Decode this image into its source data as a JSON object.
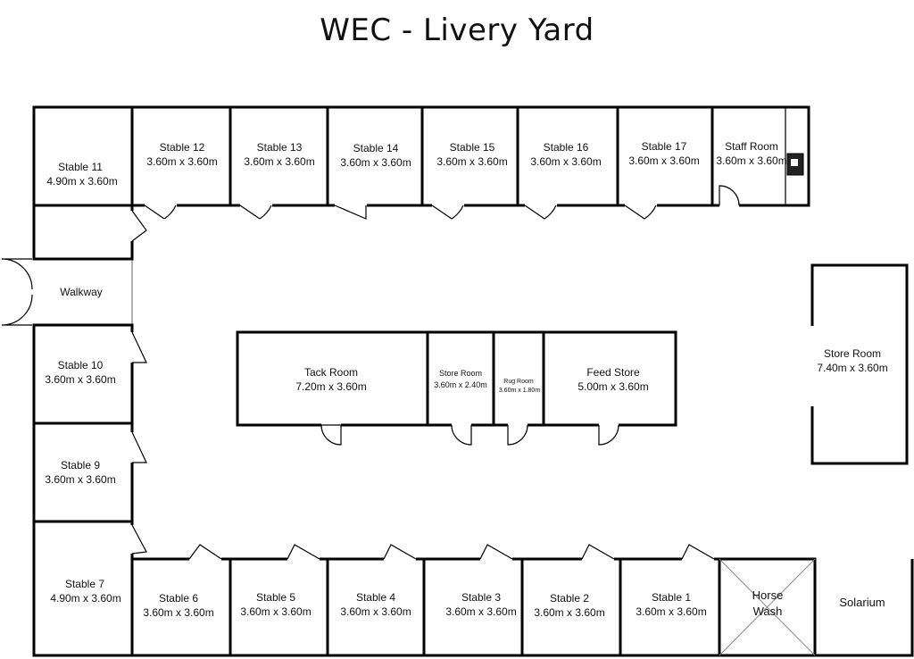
{
  "title": "WEC  -  Livery Yard",
  "rooms": {
    "stable_11": {
      "name": "Stable 11",
      "size": "4.90m x 3.60m"
    },
    "stable_12": {
      "name": "Stable 12",
      "size": "3.60m x 3.60m"
    },
    "stable_13": {
      "name": "Stable 13",
      "size": "3.60m x 3.60m"
    },
    "stable_14": {
      "name": "Stable 14",
      "size": "3.60m x 3.60m"
    },
    "stable_15": {
      "name": "Stable 15",
      "size": "3.60m x 3.60m"
    },
    "stable_16": {
      "name": "Stable 16",
      "size": "3.60m x 3.60m"
    },
    "stable_17": {
      "name": "Stable 17",
      "size": "3.60m x 3.60m"
    },
    "staff_room": {
      "name": "Staff Room",
      "size": "3.60m x 3.60m"
    },
    "walkway": {
      "name": "Walkway"
    },
    "stable_10": {
      "name": "Stable 10",
      "size": "3.60m x 3.60m"
    },
    "stable_9": {
      "name": "Stable 9",
      "size": "3.60m x 3.60m"
    },
    "stable_7": {
      "name": "Stable 7",
      "size": "4.90m x 3.60m"
    },
    "stable_6": {
      "name": "Stable 6",
      "size": "3.60m x 3.60m"
    },
    "stable_5": {
      "name": "Stable 5",
      "size": "3.60m x 3.60m"
    },
    "stable_4": {
      "name": "Stable 4",
      "size": "3.60m x 3.60m"
    },
    "stable_3": {
      "name": "Stable 3",
      "size": "3.60m x 3.60m"
    },
    "stable_2": {
      "name": "Stable 2",
      "size": "3.60m x 3.60m"
    },
    "stable_1": {
      "name": "Stable 1",
      "size": "3.60m x 3.60m"
    },
    "horse_wash": {
      "line1": "Horse",
      "line2": "Wash"
    },
    "solarium": {
      "name": "Solarium"
    },
    "tack_room": {
      "name": "Tack Room",
      "size": "7.20m x 3.60m"
    },
    "store_room_small": {
      "name": "Store Room",
      "size": "3.60m x 2.40m"
    },
    "rug_room": {
      "name": "Rug Room",
      "size": "3.60m x 1.80m"
    },
    "feed_store": {
      "name": "Feed Store",
      "size": "5.00m x 3.60m"
    },
    "store_room_large": {
      "name": "Store Room",
      "size": "7.40m x 3.60m"
    }
  }
}
